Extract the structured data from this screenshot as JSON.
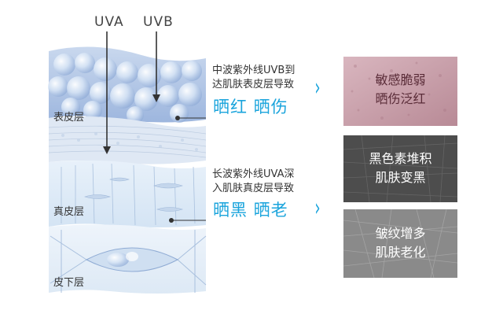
{
  "rays": {
    "uva": "UVA",
    "uvb": "UVB"
  },
  "layers": {
    "epidermis": "表皮层",
    "dermis": "真皮层",
    "subcutis": "皮下层"
  },
  "uvb_block": {
    "desc_line1": "中波紫外线UVB到",
    "desc_line2": "达肌肤表皮层导致",
    "effect": "晒红 晒伤"
  },
  "uva_block": {
    "desc_line1": "长波紫外线UVA深",
    "desc_line2": "入肌肤真皮层导致",
    "effect": "晒黑 晒老"
  },
  "panels": [
    {
      "line1": "敏感脆弱",
      "line2": "晒伤泛红"
    },
    {
      "line1": "黑色素堆积",
      "line2": "肌肤变黑"
    },
    {
      "line1": "皱纹增多",
      "line2": "肌肤老化"
    }
  ],
  "colors": {
    "accent": "#1aa4dc",
    "panel_red": "#c7a2ac",
    "panel_dark": "#4f4f4f",
    "panel_grey": "#8c8c8c"
  }
}
